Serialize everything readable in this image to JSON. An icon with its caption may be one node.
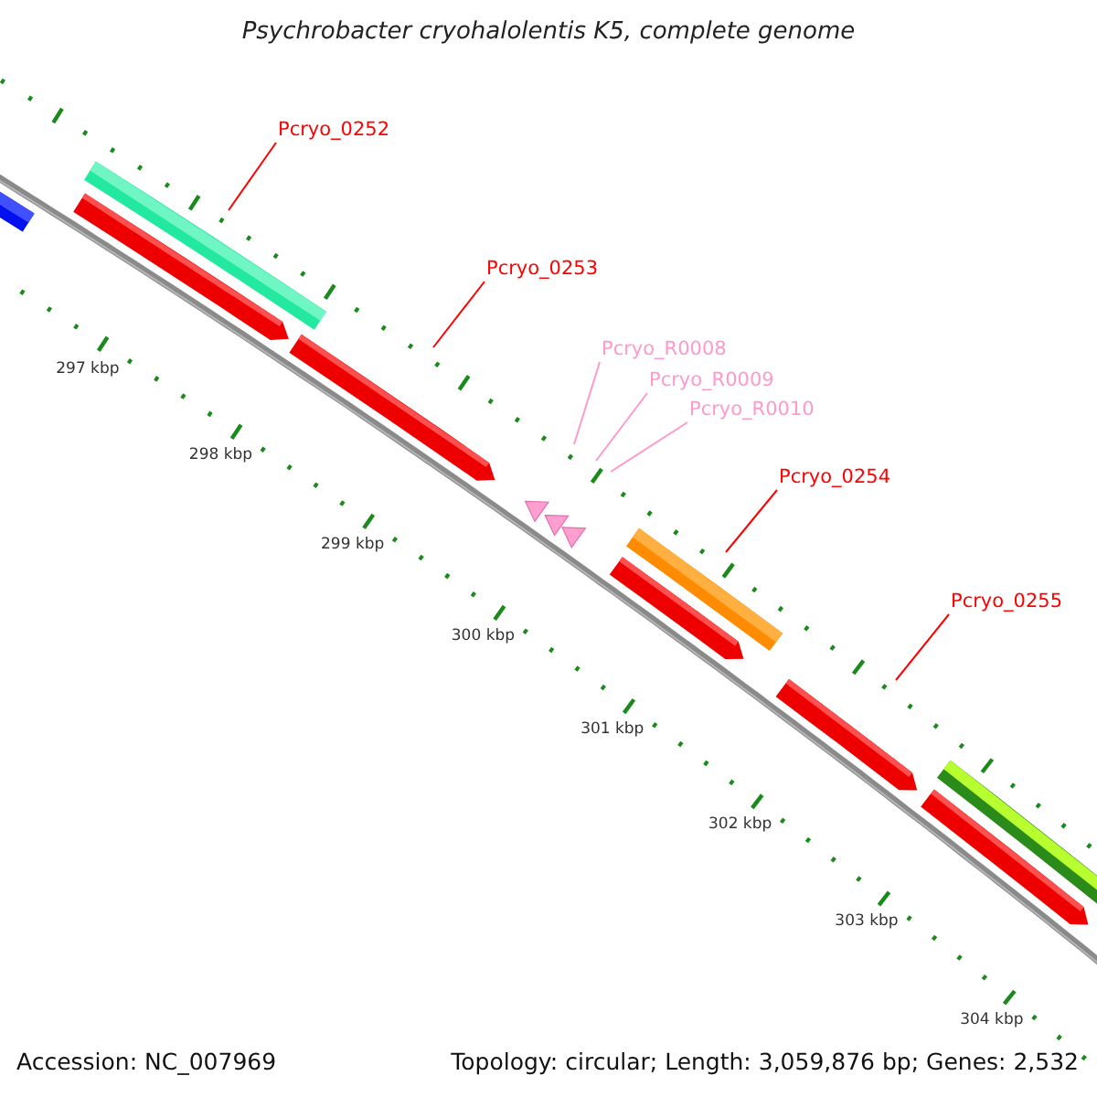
{
  "diagram": {
    "title": "Psychrobacter cryohalolentis K5, complete genome",
    "nodes": [
      {
        "text": [
          "Pcryo_0252"
        ]
      },
      {
        "text": [
          "Pcryo_0253"
        ]
      },
      {
        "text": [
          "Pcryo_R0008"
        ]
      },
      {
        "text": [
          "Pcryo_R0009"
        ]
      },
      {
        "text": [
          "Pcryo_R0010"
        ]
      },
      {
        "text": [
          "Pcryo_0254"
        ]
      },
      {
        "text": [
          "Pcryo_0255"
        ]
      },
      {
        "text": [],
        "shape": "bar"
      },
      {
        "text": [],
        "shape": "bar"
      },
      {
        "text": [],
        "shape": "bar"
      },
      {
        "text": [],
        "shape": "bar"
      },
      {
        "text": [],
        "shape": "triangle"
      },
      {
        "text": [],
        "shape": "triangle"
      },
      {
        "text": [],
        "shape": "triangle"
      },
      {
        "text": [],
        "shape": "bar"
      },
      {
        "text": [],
        "shape": "bar"
      },
      {
        "text": [],
        "shape": "bar"
      },
      {
        "text": [],
        "shape": "bar"
      },
      {
        "text": [],
        "shape": "bar"
      }
    ],
    "edges": [
      {
        "from": 0,
        "to": 8,
        "arrow": "none"
      },
      {
        "from": 1,
        "to": 10,
        "arrow": "none"
      },
      {
        "from": 2,
        "to": 11,
        "arrow": "none",
        "color": "#ff99cc"
      },
      {
        "from": 3,
        "to": 12,
        "arrow": "none",
        "color": "#ff99cc"
      },
      {
        "from": 4,
        "to": 13,
        "arrow": "none",
        "color": "#ff99cc"
      },
      {
        "from": 5,
        "to": 14,
        "arrow": "none"
      },
      {
        "from": 6,
        "to": 16,
        "arrow": "none"
      }
    ],
    "labels": [
      "297 kbp",
      "298 kbp",
      "299 kbp",
      "300 kbp",
      "301 kbp",
      "302 kbp",
      "303 kbp",
      "304 kbp",
      "Accession: NC_007969",
      "Topology: circular; Length: 3,059,876 bp; Genes: 2,532"
    ]
  }
}
